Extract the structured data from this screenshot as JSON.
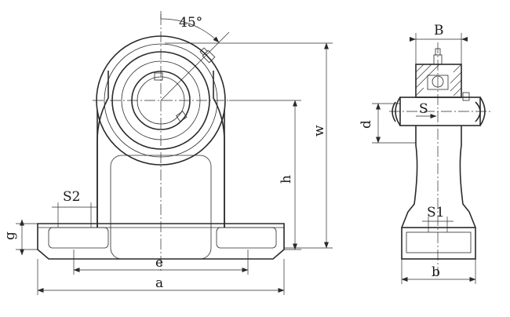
{
  "labels": {
    "angle": "45°",
    "S2": "S2",
    "g": "g",
    "e": "e",
    "a": "a",
    "h": "h",
    "w": "w",
    "B": "B",
    "d": "d",
    "S": "S",
    "S1": "S1",
    "b": "b"
  }
}
